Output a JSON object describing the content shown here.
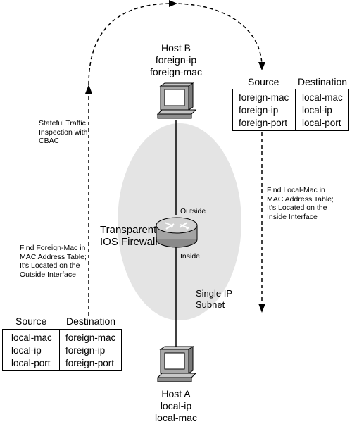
{
  "host_b": {
    "name": "Host B",
    "ip": "foreign-ip",
    "mac": "foreign-mac"
  },
  "host_a": {
    "name": "Host A",
    "ip": "local-ip",
    "mac": "local-mac"
  },
  "firewall": {
    "line1": "Transparent",
    "line2": "IOS Firewall",
    "outside": "Outside",
    "inside": "Inside"
  },
  "subnet": {
    "line1": "Single IP",
    "line2": "Subnet"
  },
  "notes": {
    "cbac": [
      "Stateful Traffic",
      "Inspection with",
      "CBAC"
    ],
    "find_foreign": [
      "Find Foreign-Mac in",
      "MAC Address Table;",
      "It's Located on the",
      "Outside Interface"
    ],
    "find_local": [
      "Find Local-Mac in",
      "MAC Address Table;",
      "It's Located on the",
      "Inside Interface"
    ]
  },
  "table_top": {
    "source_header": "Source",
    "dest_header": "Destination",
    "source": [
      "foreign-mac",
      "foreign-ip",
      "foreign-port"
    ],
    "dest": [
      "local-mac",
      "local-ip",
      "local-port"
    ]
  },
  "table_bottom": {
    "source_header": "Source",
    "dest_header": "Destination",
    "source": [
      "local-mac",
      "local-ip",
      "local-port"
    ],
    "dest": [
      "foreign-mac",
      "foreign-ip",
      "foreign-port"
    ]
  }
}
